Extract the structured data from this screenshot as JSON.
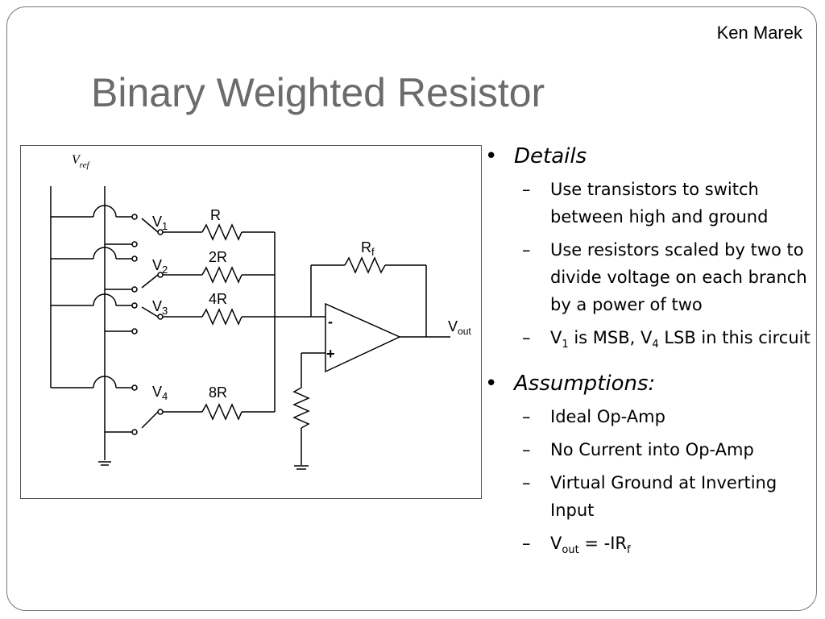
{
  "slide": {
    "author": "Ken Marek",
    "title": "Binary Weighted Resistor"
  },
  "circuit": {
    "vref": "ref",
    "vref_main": "V",
    "labels": {
      "v1": "V",
      "v1s": "1",
      "v2": "V",
      "v2s": "2",
      "v3": "V",
      "v3s": "3",
      "v4": "V",
      "v4s": "4",
      "r1": "R",
      "r2": "2R",
      "r3": "4R",
      "r4": "8R",
      "rf": "R",
      "rfs": "f",
      "vout": "V",
      "vouts": "out",
      "minus": "-",
      "plus": "+"
    }
  },
  "bullets": {
    "details": {
      "heading": "Details",
      "items": {
        "a": "Use transistors to switch between high and ground",
        "b": "Use resistors scaled by two to divide voltage on each branch by a power of two",
        "c_v": "V",
        "c_vs": "1",
        "c_mid": " is MSB, V",
        "c_v4s": "4",
        "c_end": " LSB in this circuit"
      }
    },
    "assumptions": {
      "heading": "Assumptions:",
      "items": {
        "a": "Ideal Op-Amp",
        "b": "No Current into Op-Amp",
        "c": "Virtual Ground at Inverting Input",
        "d_v": "V",
        "d_vs": "out",
        "d_mid": " = -IR",
        "d_fs": "f"
      }
    }
  }
}
